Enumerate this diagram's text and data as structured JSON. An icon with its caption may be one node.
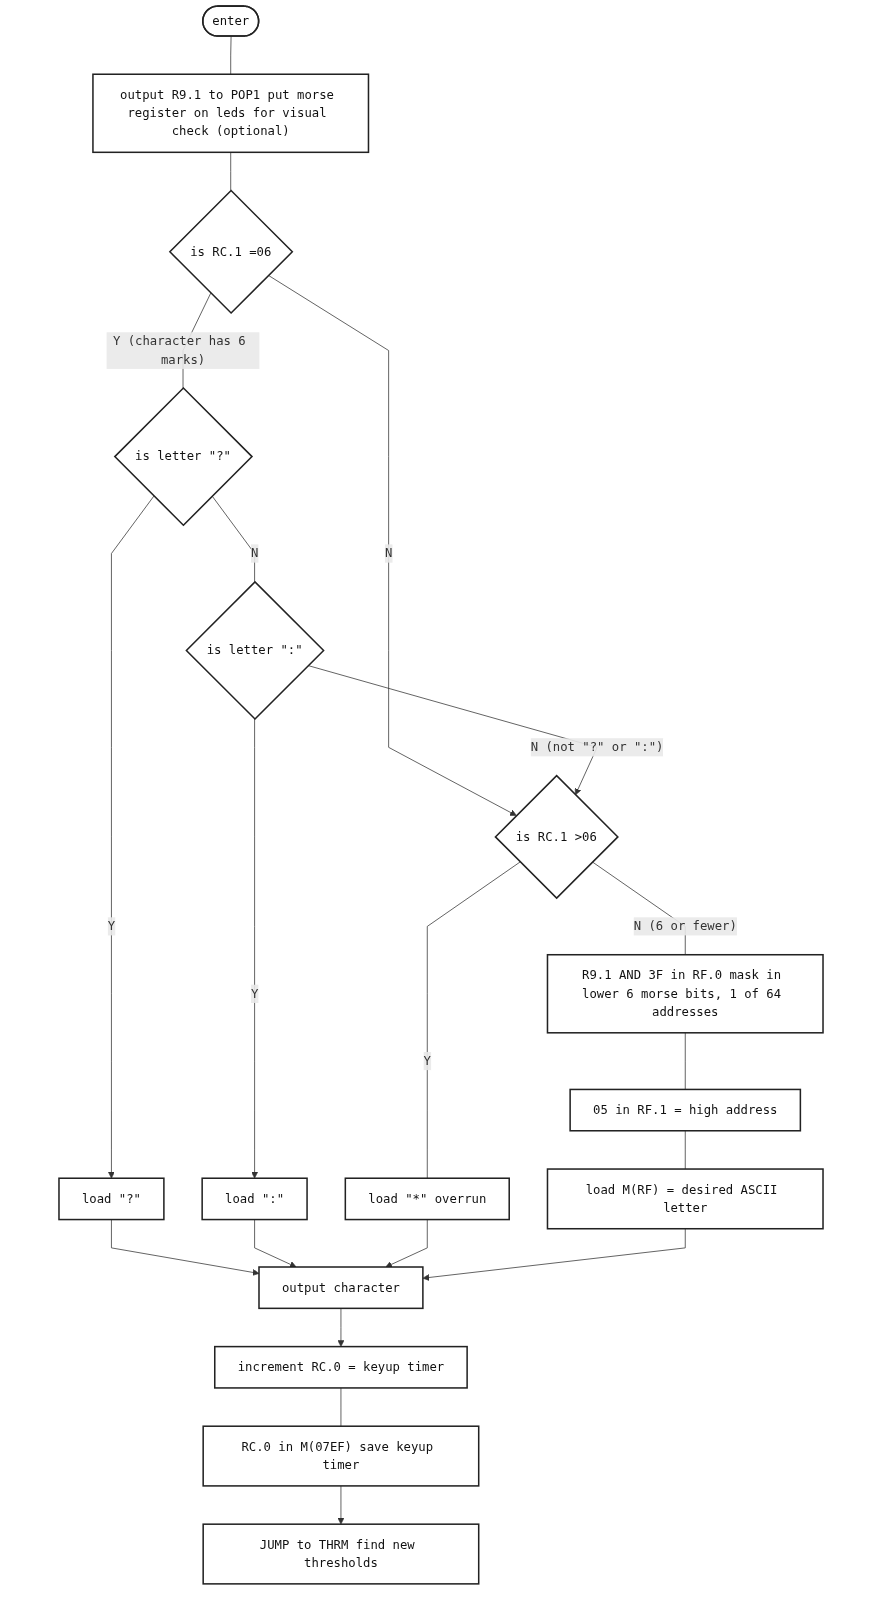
{
  "diagram": {
    "nodes": [
      {
        "text": [
          "enter"
        ]
      },
      {
        "text": [
          "output R9.1 to POP1 put morse register on leds for visual check (optional)"
        ]
      },
      {
        "text": [
          "is RC.1 =06"
        ]
      },
      {
        "text": [
          "is letter \"?\""
        ]
      },
      {
        "text": [
          "load \"?\""
        ]
      },
      {
        "text": [
          "is letter \":\""
        ]
      },
      {
        "text": [
          "load \":\""
        ]
      },
      {
        "text": [
          "is RC.1 >06"
        ]
      },
      {
        "text": [
          "load \"*\" overrun"
        ]
      },
      {
        "text": [
          "R9.1 AND 3F in RF.0 mask in lower 6 morse bits, 1 of 64 addresses"
        ]
      },
      {
        "text": [
          "05 in RF.1 = high address"
        ]
      },
      {
        "text": [
          "load M(RF) = desired ASCII letter"
        ]
      },
      {
        "text": [
          "output character"
        ]
      },
      {
        "text": [
          "increment RC.0 = keyup timer"
        ]
      },
      {
        "text": [
          "RC.0 in M(07EF) save keyup timer"
        ]
      },
      {
        "text": [
          "JUMP to THRM find new thresholds"
        ]
      }
    ],
    "edges": [
      {
        "from": 0,
        "to": 1,
        "arrow": "none"
      },
      {
        "from": 1,
        "to": 2,
        "arrow": "none"
      },
      {
        "from": 2,
        "to": 7,
        "label": "N",
        "arrow": "to"
      },
      {
        "from": 2,
        "to": 3,
        "label": "Y (character has 6 marks)",
        "arrow": "none"
      },
      {
        "from": 3,
        "to": 4,
        "label": "Y",
        "arrow": "to"
      },
      {
        "from": 3,
        "to": 5,
        "label": "N",
        "arrow": "none"
      },
      {
        "from": 5,
        "to": 6,
        "label": "Y",
        "arrow": "to"
      },
      {
        "from": 5,
        "to": 7,
        "label": "N (not \"?\" or \":\")",
        "arrow": "to"
      },
      {
        "from": 7,
        "to": 8,
        "label": "Y",
        "arrow": "none"
      },
      {
        "from": 7,
        "to": 9,
        "label": "N (6 or fewer)",
        "arrow": "none"
      },
      {
        "from": 4,
        "to": 12,
        "arrow": "to"
      },
      {
        "from": 6,
        "to": 12,
        "arrow": "to"
      },
      {
        "from": 8,
        "to": 12,
        "arrow": "to"
      },
      {
        "from": 9,
        "to": 10,
        "arrow": "none"
      },
      {
        "from": 10,
        "to": 11,
        "arrow": "none"
      },
      {
        "from": 11,
        "to": 12,
        "arrow": "to"
      },
      {
        "from": 12,
        "to": 13,
        "arrow": "to"
      },
      {
        "from": 13,
        "to": 14,
        "arrow": "none"
      },
      {
        "from": 14,
        "to": 15,
        "arrow": "to"
      }
    ]
  }
}
